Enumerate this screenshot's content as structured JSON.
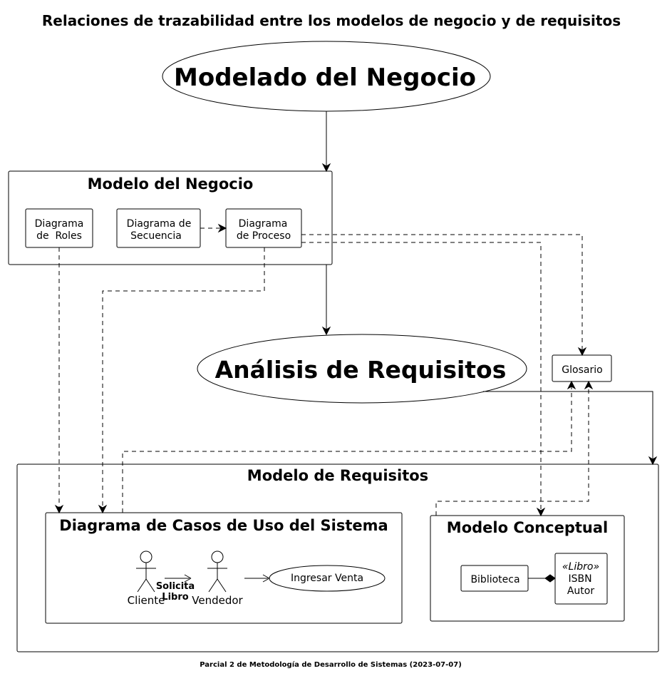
{
  "title": "Relaciones de trazabilidad entre los modelos de negocio y de requisitos",
  "footer": "Parcial 2 de Metodología de Desarrollo de Sistemas (2023-07-07)",
  "business_modeling": "Modelado del Negocio",
  "business_model": {
    "title": "Modelo del Negocio",
    "roles": [
      "Diagrama",
      "de  Roles"
    ],
    "sequence": [
      "Diagrama de",
      "Secuencia"
    ],
    "process": [
      "Diagrama",
      "de Proceso"
    ]
  },
  "requirements_analysis": "Análisis de Requisitos",
  "glossary": "Glosario",
  "requirements_model": {
    "title": "Modelo de Requisitos",
    "use_cases": {
      "title": "Diagrama de Casos de Uso del Sistema",
      "actor_client": "Cliente",
      "actor_seller": "Vendedor",
      "message": [
        "Solicita",
        "Libro"
      ],
      "use_case": "Ingresar Venta"
    },
    "conceptual": {
      "title": "Modelo Conceptual",
      "library": "Biblioteca",
      "book_stereotype": "«Libro»",
      "book_attrs": [
        "ISBN",
        "Autor"
      ]
    }
  }
}
